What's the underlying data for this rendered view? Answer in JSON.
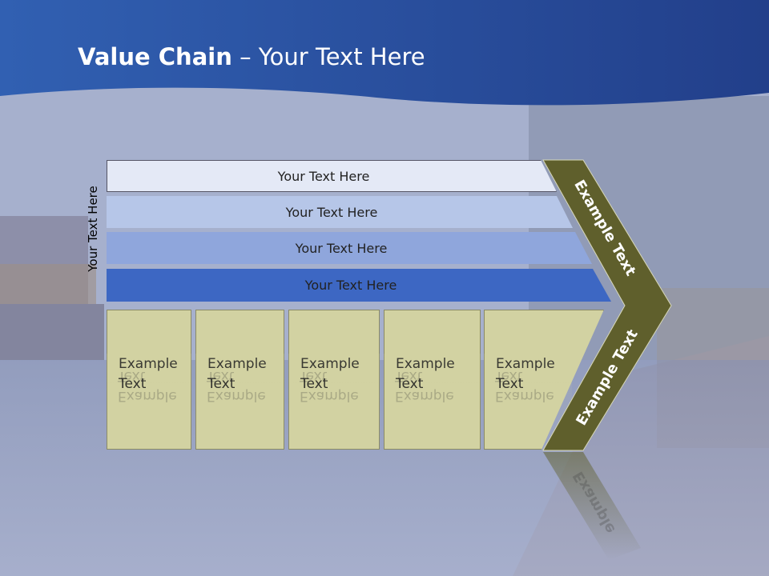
{
  "title": {
    "bold": "Value Chain",
    "rest": " – Your Text Here"
  },
  "side_label": "Your Text Here",
  "bars": [
    "Your Text Here",
    "Your Text Here",
    "Your Text Here",
    "Your Text Here"
  ],
  "boxes": [
    "Example Text",
    "Example Text",
    "Example Text",
    "Example Text",
    "Example Text"
  ],
  "chevron": {
    "upper": "Example Text",
    "lower": "Example Text",
    "reflection": "Example"
  },
  "colors": {
    "header": "#2f56a8",
    "bar1": "#e4e9f6",
    "bar2": "#b6c6e8",
    "bar3": "#8fa6dc",
    "bar4": "#3d67c3",
    "box": "#d2d2a2",
    "chevron": "#5f5f2c"
  }
}
